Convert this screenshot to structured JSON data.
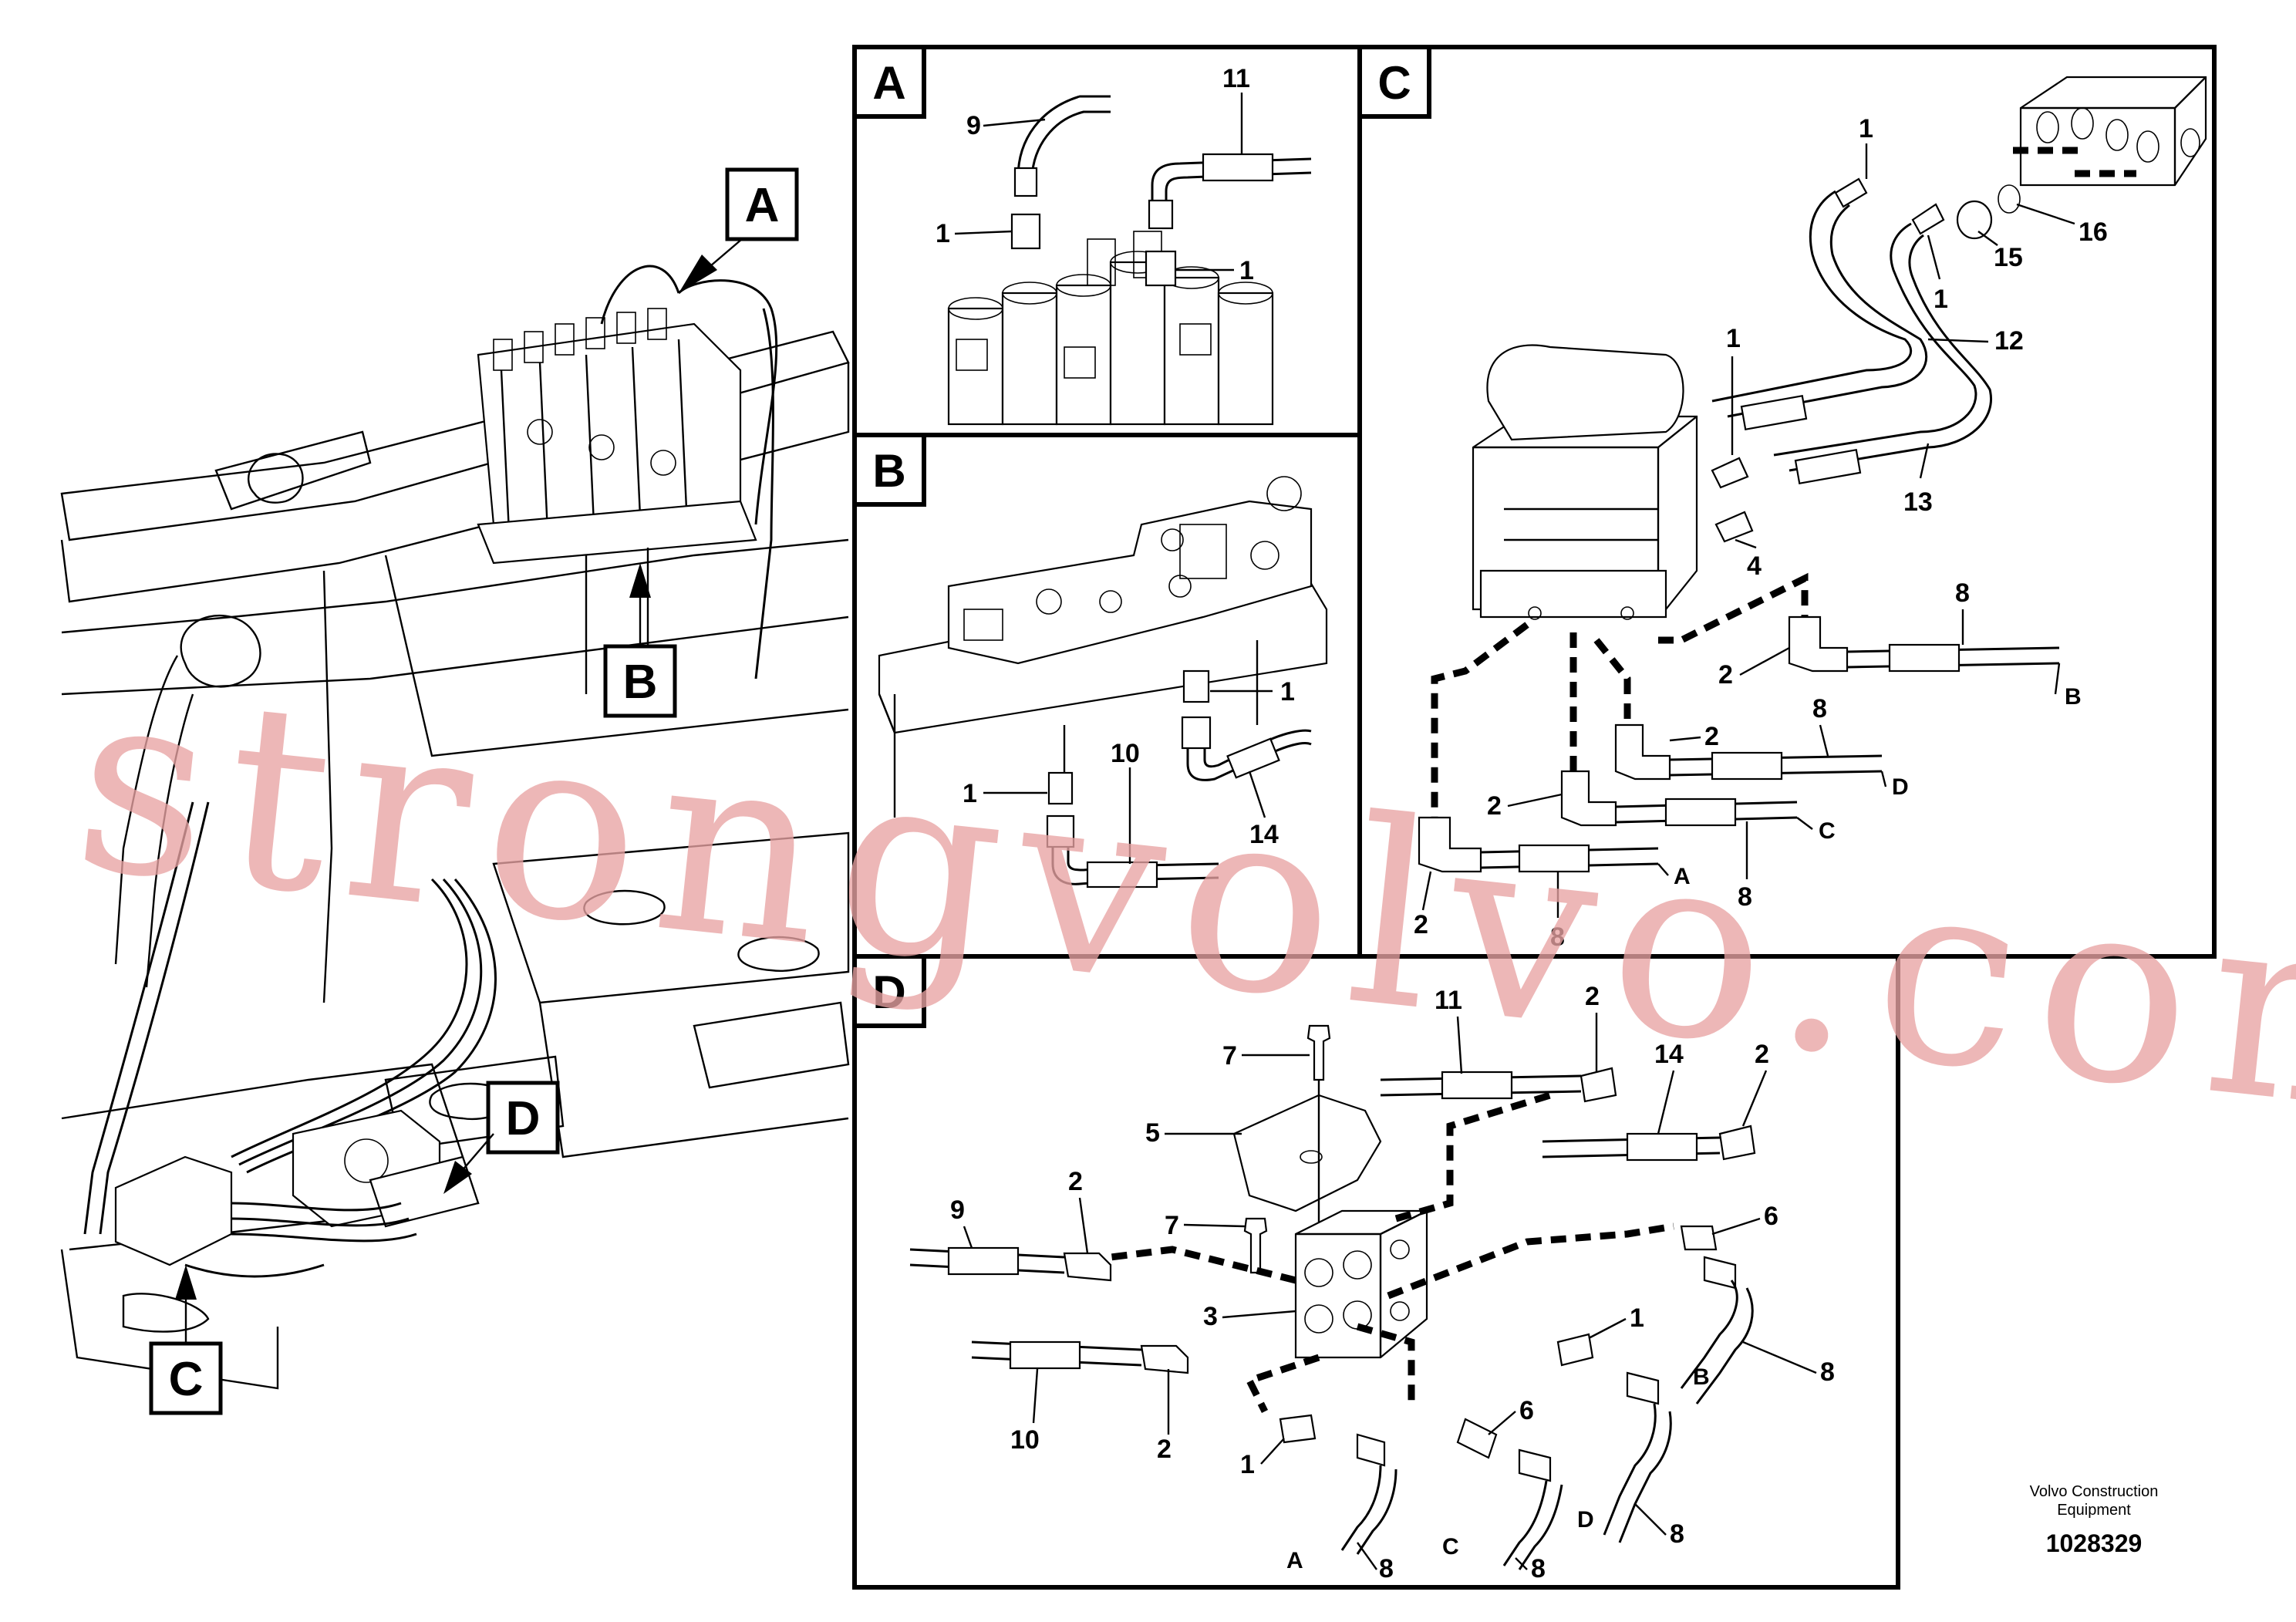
{
  "panels": {
    "A": {
      "letter": "A"
    },
    "B": {
      "letter": "B"
    },
    "C": {
      "letter": "C"
    },
    "D": {
      "letter": "D"
    }
  },
  "overview_callouts": [
    "A",
    "B",
    "C",
    "D"
  ],
  "labels": {
    "a_9": "9",
    "a_11": "11",
    "a_1_left": "1",
    "a_1_right": "1",
    "b_1_right": "1",
    "b_1_left": "1",
    "b_10": "10",
    "b_14": "14",
    "c_1_top": "1",
    "c_1_mid": "1",
    "c_1_low": "1",
    "c_12": "12",
    "c_13": "13",
    "c_15": "15",
    "c_16": "16",
    "c_4": "4",
    "c_2_a": "2",
    "c_2_b": "2",
    "c_2_c": "2",
    "c_2_d": "2",
    "c_8_a": "8",
    "c_8_b": "8",
    "c_8_c": "8",
    "c_8_d": "8",
    "c_end_B": "B",
    "c_end_D": "D",
    "c_end_C": "C",
    "c_end_A": "A",
    "d_7_top": "7",
    "d_5": "5",
    "d_7_bot": "7",
    "d_11": "11",
    "d_2_top": "2",
    "d_14": "14",
    "d_2_right": "2",
    "d_9": "9",
    "d_2_left": "2",
    "d_3": "3",
    "d_6_right": "6",
    "d_1_right": "1",
    "d_8_B": "8",
    "d_end_B": "B",
    "d_10": "10",
    "d_2_bot": "2",
    "d_6_bot": "6",
    "d_1_bot": "1",
    "d_8_D": "8",
    "d_end_D": "D",
    "d_8_A": "8",
    "d_end_A": "A",
    "d_8_C": "8",
    "d_end_C": "C"
  },
  "watermark": "strongvolvo.com",
  "publisher": {
    "line1": "Volvo Construction",
    "line2": "Equipment"
  },
  "document_number": "1028329"
}
